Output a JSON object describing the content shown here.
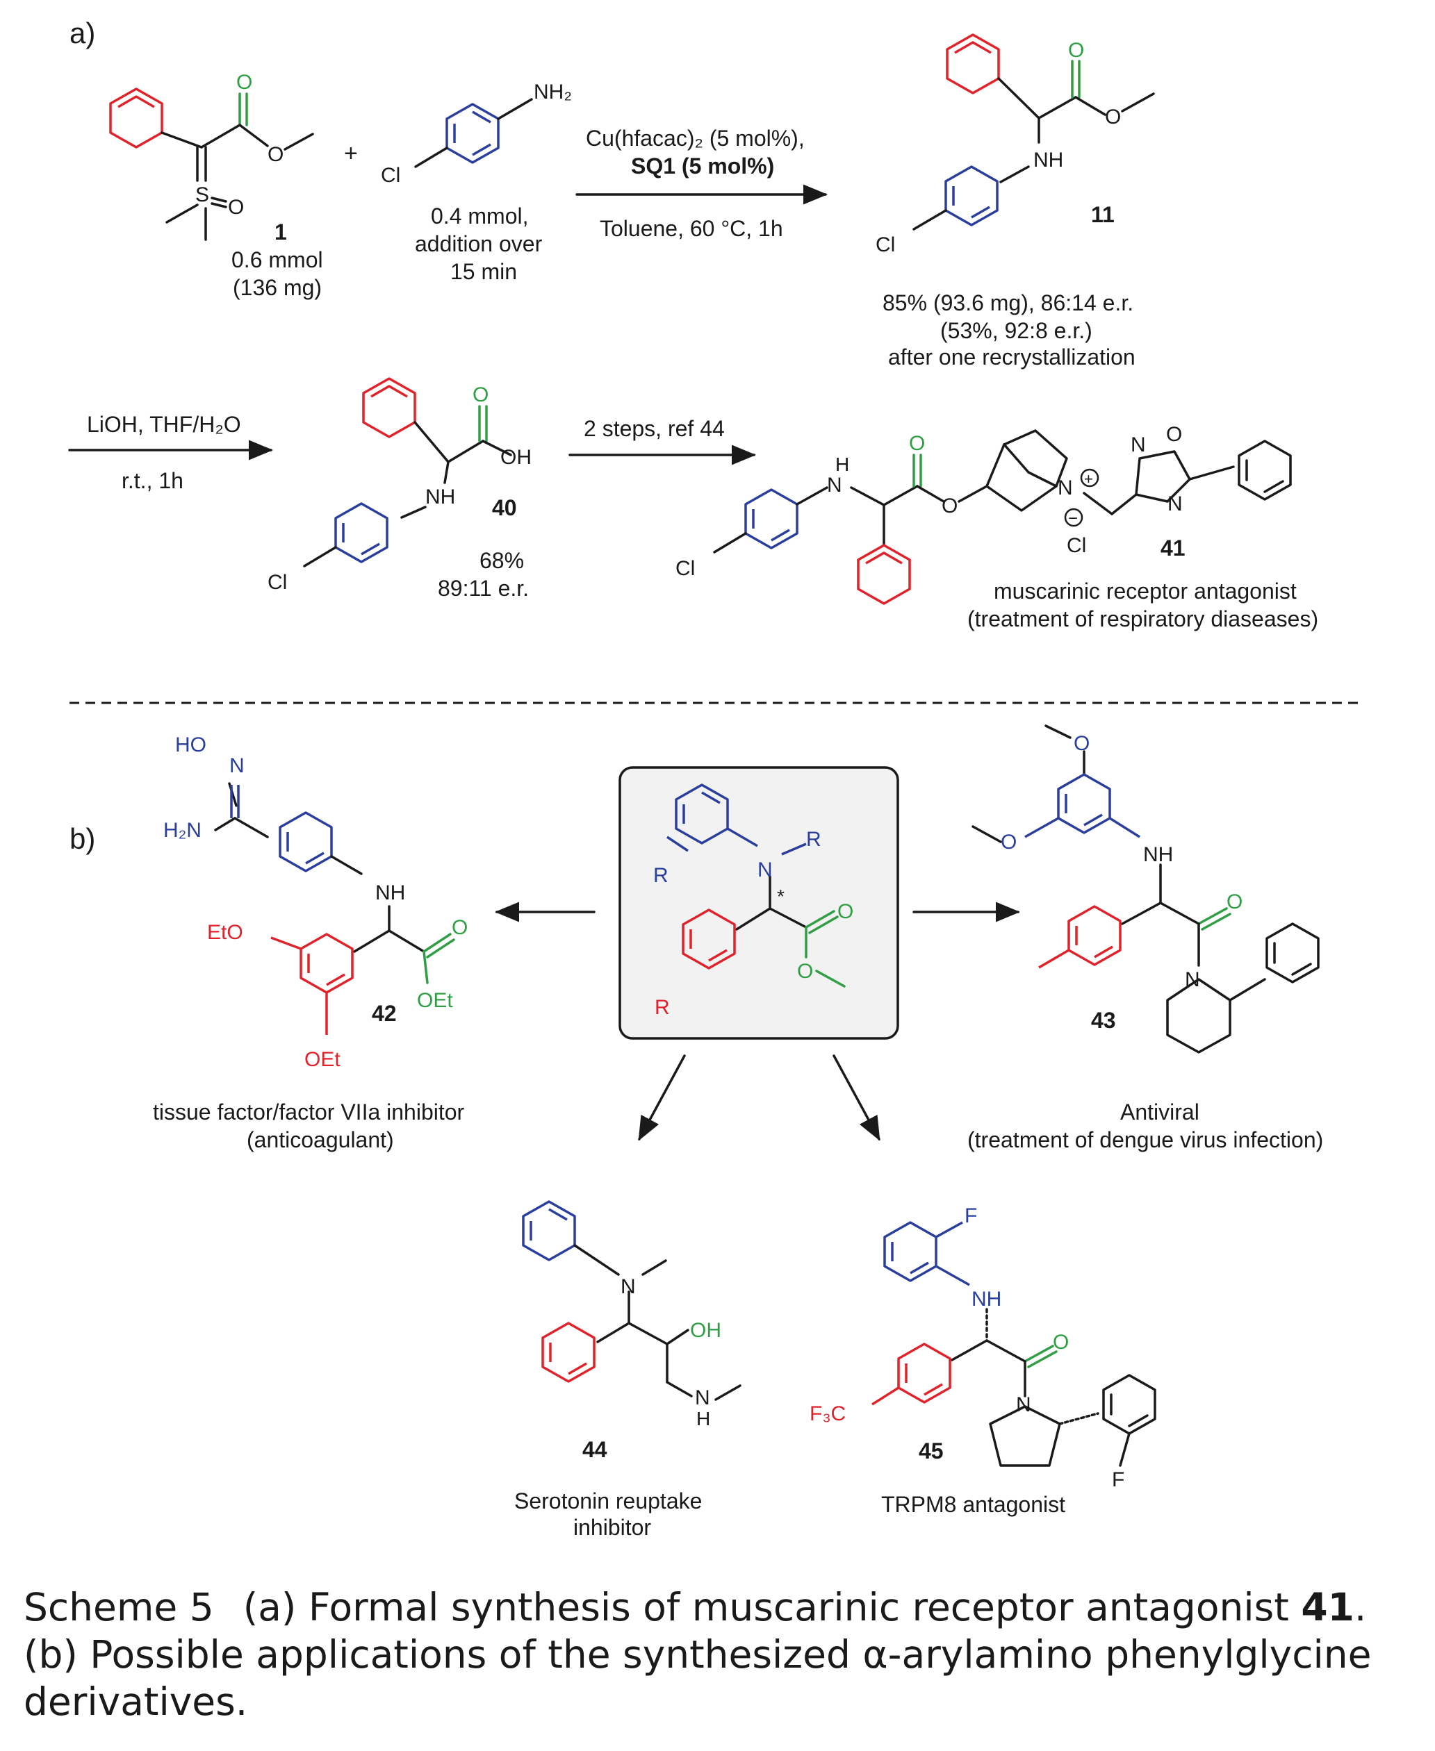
{
  "panel_a_label": "a)",
  "panel_b_label": "b)",
  "reaction1": {
    "compound1_number": "1",
    "compound1_amount_line1": "0.6 mmol",
    "compound1_amount_line2": "(136 mg)",
    "plus": "+",
    "amine_amount_line1": "0.4 mmol,",
    "amine_amount_line2": "addition over",
    "amine_amount_line3": "15 min",
    "catalyst": "Cu(hfacac)₂ (5 mol%),",
    "ligand": "SQ1 (5 mol%)",
    "conditions": "Toluene, 60 °C, 1h",
    "product_number": "11",
    "yield_line1": "85% (93.6 mg), 86:14  e.r.",
    "yield_line2": "(53%, 92:8 e.r.)",
    "yield_line3": "after one recrystallization"
  },
  "reaction2": {
    "reagent": "LiOH, THF/H₂O",
    "conditions": "r.t., 1h",
    "product_number": "40",
    "yield": "68%",
    "er": "89:11 e.r.",
    "next_step": "2 steps, ref 44",
    "target_number": "41",
    "target_desc_line1": "muscarinic receptor antagonist",
    "target_desc_line2": "(treatment of respiratory diaseases)"
  },
  "panel_b": {
    "compound42_number": "42",
    "compound42_desc_line1": "tissue factor/factor VIIa inhibitor",
    "compound42_desc_line2": "(anticoagulant)",
    "compound43_number": "43",
    "compound43_desc_line1": "Antiviral",
    "compound43_desc_line2": "(treatment of dengue virus infection)",
    "compound44_number": "44",
    "compound44_desc_line1": "Serotonin reuptake",
    "compound44_desc_line2": "inhibitor",
    "compound45_number": "45",
    "compound45_desc": "TRPM8 antagonist"
  },
  "atoms": {
    "O": "O",
    "S": "S",
    "NH": "NH",
    "NH2": "NH₂",
    "Cl": "Cl",
    "OH": "OH",
    "N": "N",
    "H": "H",
    "R": "R",
    "HO": "HO",
    "H2N": "H₂N",
    "EtO": "EtO",
    "OEt": "OEt",
    "F": "F",
    "F3C": "F₃C",
    "star": "*",
    "plus_charge": "+",
    "minus_charge": "−"
  },
  "caption": {
    "label": "Scheme 5",
    "text_part1": "(a) Formal synthesis of muscarinic receptor antagonist ",
    "compound_ref": "41",
    "text_part2": ". (b) Possible applications of the synthesized α-arylamino phenylglycine derivatives."
  },
  "colors": {
    "aryl_ketone_ring": "#e0222a",
    "aniline_ring": "#2a3f9d",
    "ester_oxygen": "#2f9e44"
  }
}
